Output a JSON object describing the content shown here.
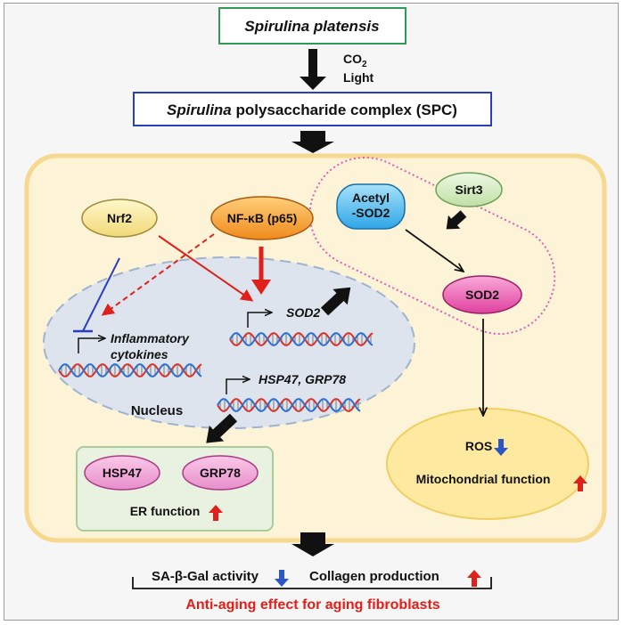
{
  "source": {
    "species": "Spirulina platensis"
  },
  "inputs": {
    "co2": "CO",
    "co2_sub": "2",
    "light": "Light"
  },
  "complex": {
    "genus": "Spirulina",
    "rest": " polysaccharide complex (SPC)"
  },
  "cell": {
    "nrf2": "Nrf2",
    "nfkb": "NF-κB (p65)",
    "nucleus": "Nucleus",
    "inflammatory": "Inflammatory",
    "cytokines": "cytokines",
    "sod2_gene": "SOD2",
    "hsp_genes": "HSP47, GRP78",
    "acetyl_line1": "Acetyl",
    "acetyl_line2": "-SOD2",
    "sirt3": "Sirt3",
    "sod2_protein": "SOD2",
    "hsp47": "HSP47",
    "grp78": "GRP78",
    "er_function": "ER function",
    "ros": "ROS",
    "mito_function": "Mitochondrial function"
  },
  "outcomes": {
    "sa_gal": "SA-β-Gal activity",
    "collagen": "Collagen production",
    "conclusion": "Anti-aging effect for aging fibroblasts"
  },
  "colors": {
    "up_arrow": "#e0201a",
    "down_arrow": "#2a56c6",
    "conclusion_text": "#e0201a"
  }
}
